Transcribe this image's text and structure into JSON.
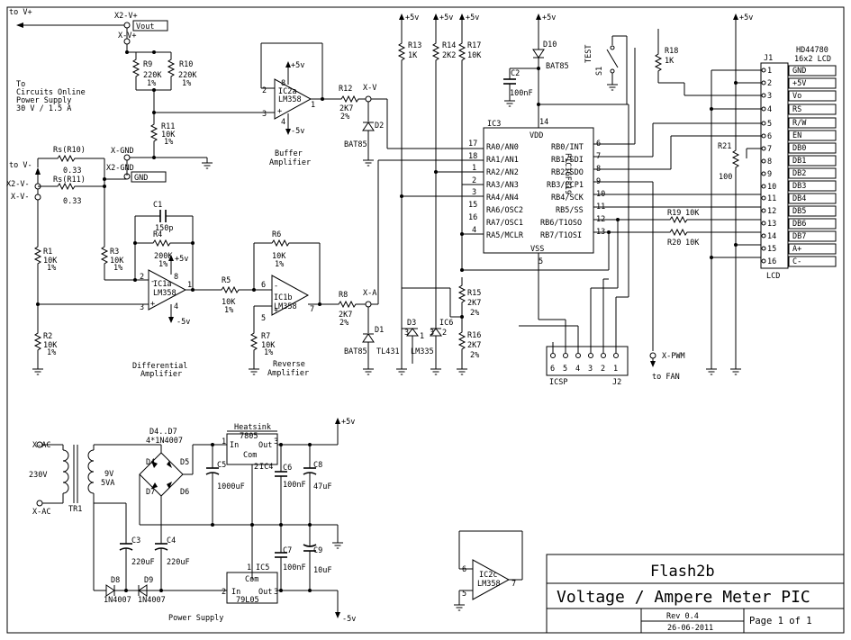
{
  "supply": {
    "vplus": "to V+",
    "vminus": "to V-",
    "x2vplus": "X2-V+",
    "xvplus": "X-V+",
    "vout": "Vout",
    "x2vminus": "X2-V-",
    "xvminus": "X-V-",
    "xgnd": "X-GND",
    "x2gnd": "X2-GND",
    "gnd": "GND",
    "to_circuits": [
      "To",
      "Circuits Online",
      "Power Supply",
      "30 V / 1.5 A"
    ]
  },
  "parts": {
    "r9": [
      "R9",
      "220K",
      "1%"
    ],
    "r10": [
      "R10",
      "220K",
      "1%"
    ],
    "r11": [
      "R11",
      "10K",
      "1%"
    ],
    "rs10": [
      "Rs(R10)",
      "0.33"
    ],
    "rs11": [
      "Rs(R11)",
      "0.33"
    ],
    "r1": [
      "R1",
      "10K",
      "1%"
    ],
    "r2": [
      "R2",
      "10K",
      "1%"
    ],
    "r3": [
      "R3",
      "10K",
      "1%"
    ],
    "c1": [
      "C1",
      "150p"
    ],
    "r4": [
      "R4",
      "200K",
      "1%"
    ],
    "r5": [
      "R5",
      "10K",
      "1%"
    ],
    "r6": [
      "R6",
      "10K",
      "1%"
    ],
    "r7": [
      "R7",
      "10K",
      "1%"
    ],
    "r8": [
      "R8",
      "2K7",
      "2%"
    ],
    "r12": [
      "R12",
      "2K7",
      "2%"
    ],
    "r13": [
      "R13",
      "1K"
    ],
    "r14": [
      "R14",
      "2K2"
    ],
    "r15": [
      "R15",
      "2K7",
      "2%"
    ],
    "r16": [
      "R16",
      "2K7",
      "2%"
    ],
    "r17": [
      "R17",
      "10K"
    ],
    "r18": [
      "R18",
      "1K"
    ],
    "r19": [
      "R19",
      "10K"
    ],
    "r20": [
      "R20",
      "10K"
    ],
    "r21": [
      "R21",
      "100"
    ],
    "c2": [
      "C2",
      "100nF"
    ],
    "d1": [
      "D1",
      "BAT85"
    ],
    "d2": [
      "D2",
      "BAT85"
    ],
    "d10": [
      "D10",
      "BAT85"
    ],
    "d3": [
      "D3",
      "TL431"
    ],
    "ic6": [
      "IC6",
      "LM335"
    ],
    "s1": [
      "S1",
      "TEST"
    ]
  },
  "opamps": {
    "ic2a": [
      "IC2a",
      "LM358"
    ],
    "ic1a": [
      "IC1a",
      "LM358"
    ],
    "ic1b": [
      "IC1b",
      "LM358"
    ],
    "ic2c": [
      "IC2c",
      "LM358"
    ]
  },
  "blocks": {
    "buffer": [
      "Buffer",
      "Amplifier"
    ],
    "differential": [
      "Differential",
      "Amplifier"
    ],
    "reverse": [
      "Reverse",
      "Amplifier"
    ],
    "power_supply": "Power Supply"
  },
  "rails": {
    "p5": "+5v",
    "m5": "-5v",
    "p5cap": "+5V"
  },
  "nets": {
    "xv": "X-V",
    "xa": "X-A",
    "xpwm": "X-PWM",
    "to_fan": "to FAN"
  },
  "pins": {
    "p1": "1",
    "p2": "2",
    "p3": "3",
    "p4": "4",
    "p5": "5",
    "p6": "6",
    "p7": "7",
    "p8": "8",
    "p9": "9",
    "p10": "10",
    "p11": "11",
    "p12": "12",
    "p13": "13",
    "p14": "14",
    "p15": "15",
    "p16": "16",
    "p17": "17",
    "p18": "18",
    "minus": "-",
    "plus": "+"
  },
  "pic": {
    "name": "IC3",
    "part": "PIC16F819",
    "vdd": "VDD",
    "vss": "VSS",
    "left_pins": [
      {
        "num": "17",
        "label": "RA0/AN0"
      },
      {
        "num": "18",
        "label": "RA1/AN1"
      },
      {
        "num": "1",
        "label": "RA2/AN2"
      },
      {
        "num": "2",
        "label": "RA3/AN3"
      },
      {
        "num": "3",
        "label": "RA4/AN4"
      },
      {
        "num": "15",
        "label": "RA6/OSC2"
      },
      {
        "num": "16",
        "label": "RA7/OSC1"
      },
      {
        "num": "4",
        "label": "RA5/MCLR"
      }
    ],
    "right_pins": [
      {
        "num": "6",
        "label": "RB0/INT"
      },
      {
        "num": "7",
        "label": "RB1/SDI"
      },
      {
        "num": "8",
        "label": "RB2/SDO"
      },
      {
        "num": "9",
        "label": "RB3/CCP1"
      },
      {
        "num": "10",
        "label": "RB4/SCK"
      },
      {
        "num": "11",
        "label": "RB5/SS"
      },
      {
        "num": "12",
        "label": "RB6/T1OSO"
      },
      {
        "num": "13",
        "label": "RB7/T1OSI"
      }
    ]
  },
  "icsp": {
    "label": "ICSP",
    "ref": "J2",
    "pins": [
      "6",
      "5",
      "4",
      "3",
      "2",
      "1"
    ]
  },
  "lcd": {
    "ref": "J1",
    "part": "HD44780",
    "size": "16x2 LCD",
    "bottom": "LCD",
    "pins": [
      {
        "num": "1",
        "label": "GND"
      },
      {
        "num": "2",
        "label": "+5V"
      },
      {
        "num": "3",
        "label": "Vo"
      },
      {
        "num": "4",
        "label": "RS"
      },
      {
        "num": "5",
        "label": "R/W"
      },
      {
        "num": "6",
        "label": "EN"
      },
      {
        "num": "7",
        "label": "DB0"
      },
      {
        "num": "8",
        "label": "DB1"
      },
      {
        "num": "9",
        "label": "DB2"
      },
      {
        "num": "10",
        "label": "DB3"
      },
      {
        "num": "11",
        "label": "DB4"
      },
      {
        "num": "12",
        "label": "DB5"
      },
      {
        "num": "13",
        "label": "DB6"
      },
      {
        "num": "14",
        "label": "DB7"
      },
      {
        "num": "15",
        "label": "A+"
      },
      {
        "num": "16",
        "label": "C-"
      }
    ]
  },
  "power": {
    "xac1": "X-AC",
    "xac2": "X-AC",
    "v230": "230V",
    "v9": "9V",
    "a5": "5VA",
    "tr1": "TR1",
    "bridge": "D4..D7",
    "bridge_part": "4*1N4007",
    "d4": "D4",
    "d5": "D5",
    "d6": "D6",
    "d7": "D7",
    "d8": "D8",
    "d9": "D9",
    "d8_part": "1N4007",
    "d9_part": "1N4007",
    "heatsink": "Heatsink",
    "reg1": "7805",
    "reg1_ref": "IC4",
    "reg2": "79L05",
    "reg2_ref": "IC5",
    "in": "In",
    "out": "Out",
    "com": "Com",
    "c3": [
      "C3",
      "220uF"
    ],
    "c4": [
      "C4",
      "220uF"
    ],
    "c5": [
      "C5",
      "1000uF"
    ],
    "c6": [
      "C6",
      "100nF"
    ],
    "c7": [
      "C7",
      "100nF"
    ],
    "c8": [
      "C8",
      "47uF"
    ],
    "c9": [
      "C9",
      "10uF"
    ]
  },
  "title_block": {
    "name": "Flash2b",
    "title": "Voltage / Ampere Meter PIC",
    "rev": "Rev 0.4",
    "date": "26-06-2011",
    "page": "Page 1 of 1"
  }
}
